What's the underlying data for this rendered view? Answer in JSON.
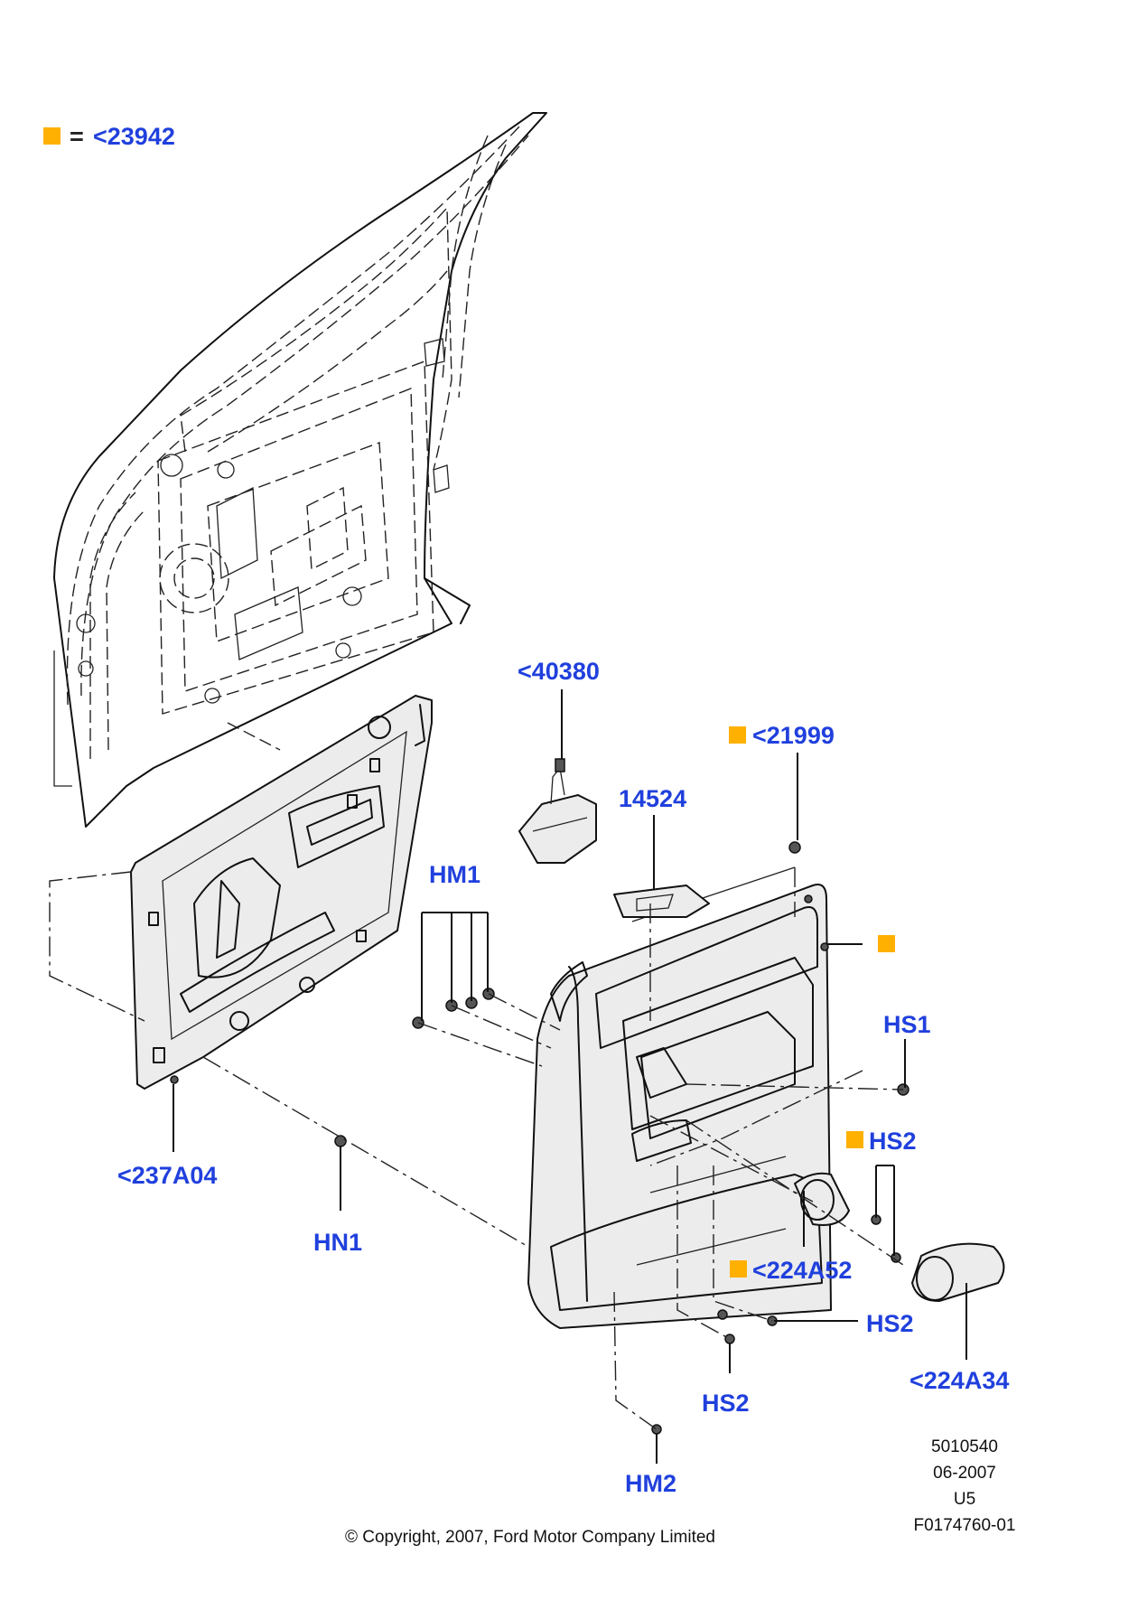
{
  "diagram": {
    "legend": {
      "equals": "=",
      "label": "<23942",
      "marker_color": "#ffb000"
    },
    "callouts": {
      "c40380": "<40380",
      "c21999": "<21999",
      "c14524": "14524",
      "hm1": "HM1",
      "hs1": "HS1",
      "hs2_a": "HS2",
      "c237a04": "<237A04",
      "hn1": "HN1",
      "c224a52": "<224A52",
      "hs2_b": "HS2",
      "hs2_c": "HS2",
      "c224a34": "<224A34",
      "hm2": "HM2"
    },
    "info": {
      "number": "5010540",
      "date": "06-2007",
      "code": "U5",
      "figure": "F0174760-01"
    },
    "copyright": "© Copyright, 2007, Ford Motor Company Limited",
    "colors": {
      "label": "#2040dd",
      "highlight": "#ffb000"
    }
  }
}
